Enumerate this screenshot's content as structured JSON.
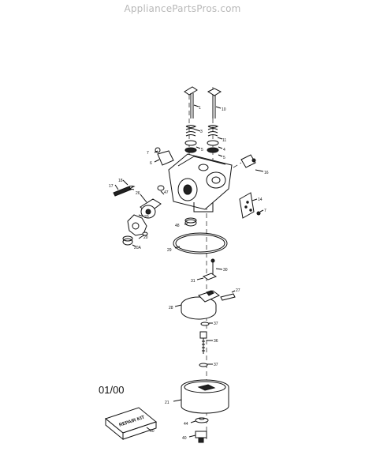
{
  "watermark": "AppliancePartsPros.com",
  "date_code": "01/00",
  "kit_label": "REPAIR KIT",
  "callouts": {
    "c1": "1",
    "c10": "10",
    "c3": "3",
    "c11": "11",
    "c5a": "5",
    "c4": "4",
    "c5b": "5",
    "c7a": "7",
    "c6": "6",
    "c16": "16",
    "c18": "18",
    "c17": "17",
    "c26": "26",
    "c47": "47",
    "c14": "14",
    "c7b": "7",
    "c20a": "20",
    "c48": "48",
    "c20b": "20",
    "c20A": "20A",
    "c29": "29",
    "c30": "30",
    "c31": "31",
    "c27": "27",
    "c28": "28",
    "c37a": "37",
    "c36": "36",
    "c37b": "37",
    "c21": "21",
    "c44": "44",
    "c40": "40",
    "c60": "60"
  }
}
